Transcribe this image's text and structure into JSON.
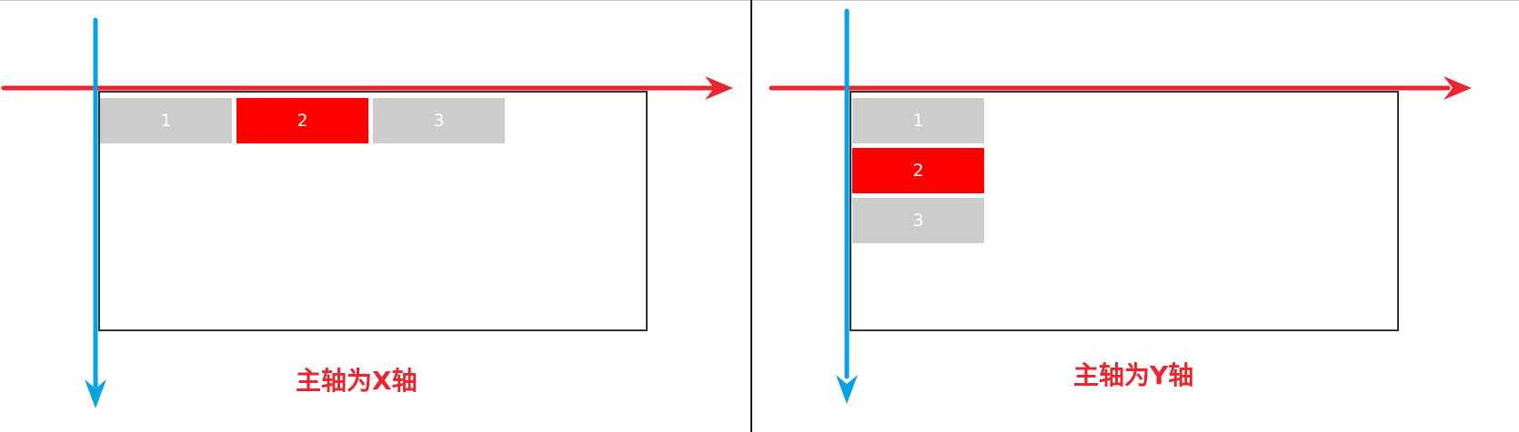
{
  "colors": {
    "main_axis": "#e8262e",
    "cross_axis": "#0aa1e2",
    "item_gray": "#cccccc",
    "item_red": "#ff0000",
    "caption": "#e8262e"
  },
  "left_panel": {
    "caption": "主轴为X轴",
    "items": [
      {
        "label": "1",
        "color": "gray"
      },
      {
        "label": "2",
        "color": "red"
      },
      {
        "label": "3",
        "color": "gray"
      }
    ]
  },
  "right_panel": {
    "caption": "主轴为Y轴",
    "items": [
      {
        "label": "1",
        "color": "gray"
      },
      {
        "label": "2",
        "color": "red"
      },
      {
        "label": "3",
        "color": "gray"
      }
    ]
  }
}
